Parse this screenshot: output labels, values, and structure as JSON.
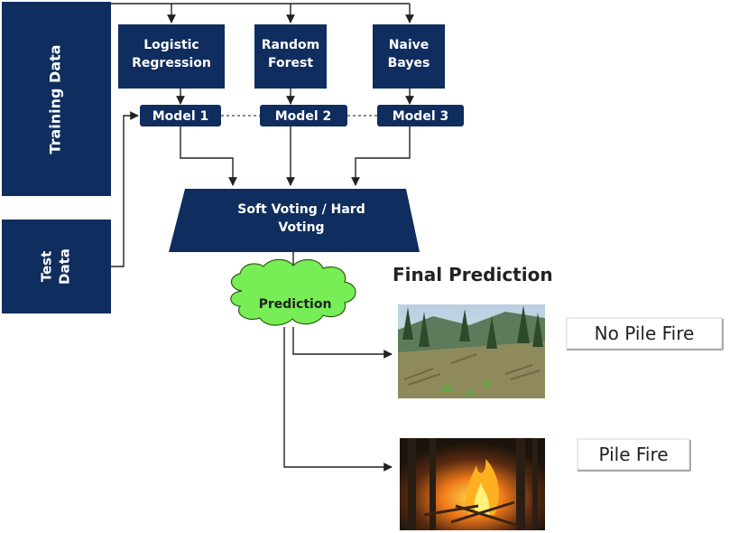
{
  "inputs": {
    "training_label": "Training Data",
    "test_label_line1": "Test",
    "test_label_line2": "Data"
  },
  "algorithms": [
    {
      "line1": "Logistic",
      "line2": "Regression"
    },
    {
      "line1": "Random",
      "line2": "Forest"
    },
    {
      "line1": "Naive",
      "line2": "Bayes"
    }
  ],
  "models": [
    "Model 1",
    "Model 2",
    "Model 3"
  ],
  "voting": {
    "line1": "Soft Voting / Hard",
    "line2": "Voting"
  },
  "prediction_label": "Prediction",
  "final_prediction_title": "Final Prediction",
  "outcomes": [
    "No Pile Fire",
    "Pile Fire"
  ],
  "colors": {
    "box_fill": "#0f2d5e",
    "cloud_fill": "#77ee55",
    "arrow": "#222222"
  }
}
